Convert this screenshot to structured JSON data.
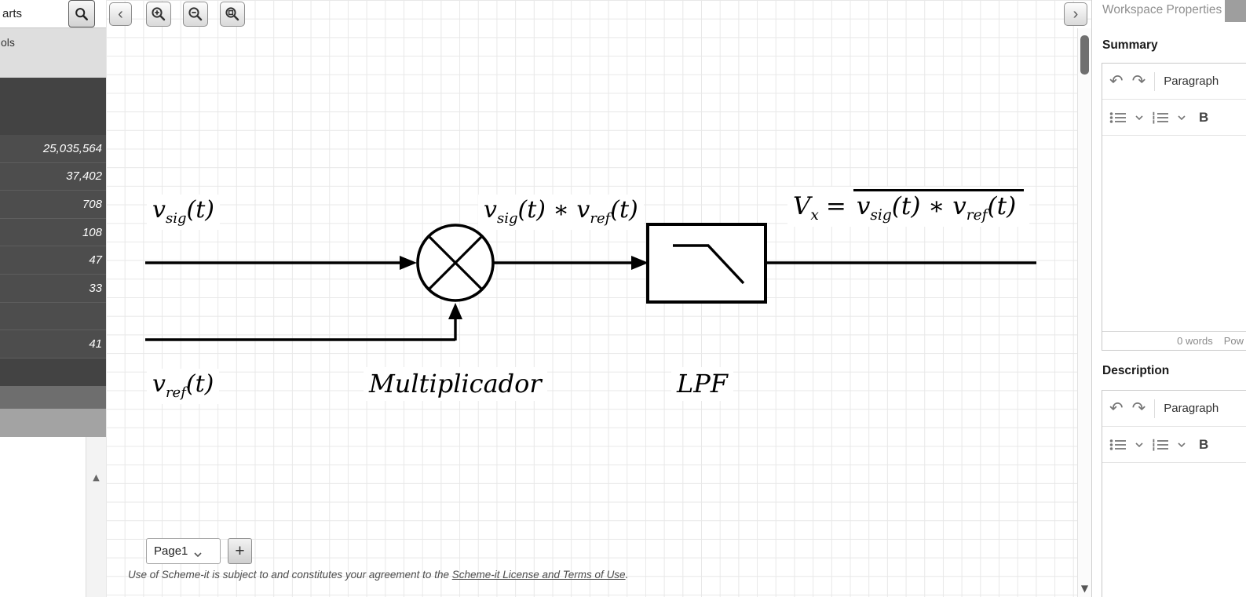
{
  "sidebar": {
    "search_value": "arts",
    "section_label": "ols",
    "counts": [
      "25,035,564",
      "37,402",
      "708",
      "108",
      "47",
      "33",
      "",
      "41"
    ],
    "scroll_up_icon": "▲"
  },
  "toolbar": {
    "nav_left": "‹",
    "nav_right": "›"
  },
  "pages": {
    "current": "Page1",
    "add": "+"
  },
  "footer": {
    "prefix": "Use of Scheme-it is subject to and constitutes your agreement to the ",
    "link": "Scheme-it License and Terms of Use",
    "suffix": "."
  },
  "scrollbar": {
    "down_icon": "▼"
  },
  "icons": {
    "undo": "↶",
    "redo": "↷"
  },
  "diagram": {
    "input_top": {
      "base": "v",
      "sub": "sig",
      "rest": "(t)"
    },
    "input_bottom": {
      "base": "v",
      "sub": "ref",
      "rest": "(t)"
    },
    "product": {
      "p1": "v",
      "s1": "sig",
      "p2": "(t) ∗ v",
      "s2": "ref",
      "p3": "(t)"
    },
    "output": {
      "lhs": "V",
      "lhs_sub": "x",
      "eq": "=",
      "p1": "v",
      "s1": "sig",
      "p2": "(t) ∗ v",
      "s2": "ref",
      "p3": "(t)"
    },
    "multiplier_label": "Multiplicador",
    "lpf_label": "LPF"
  },
  "panel": {
    "title": "Workspace Properties",
    "summary": {
      "label": "Summary",
      "paragraph": "Paragraph",
      "bold": "B",
      "word_count": "0 words",
      "powered": "Pow"
    },
    "description": {
      "label": "Description",
      "paragraph": "Paragraph",
      "bold": "B"
    }
  }
}
